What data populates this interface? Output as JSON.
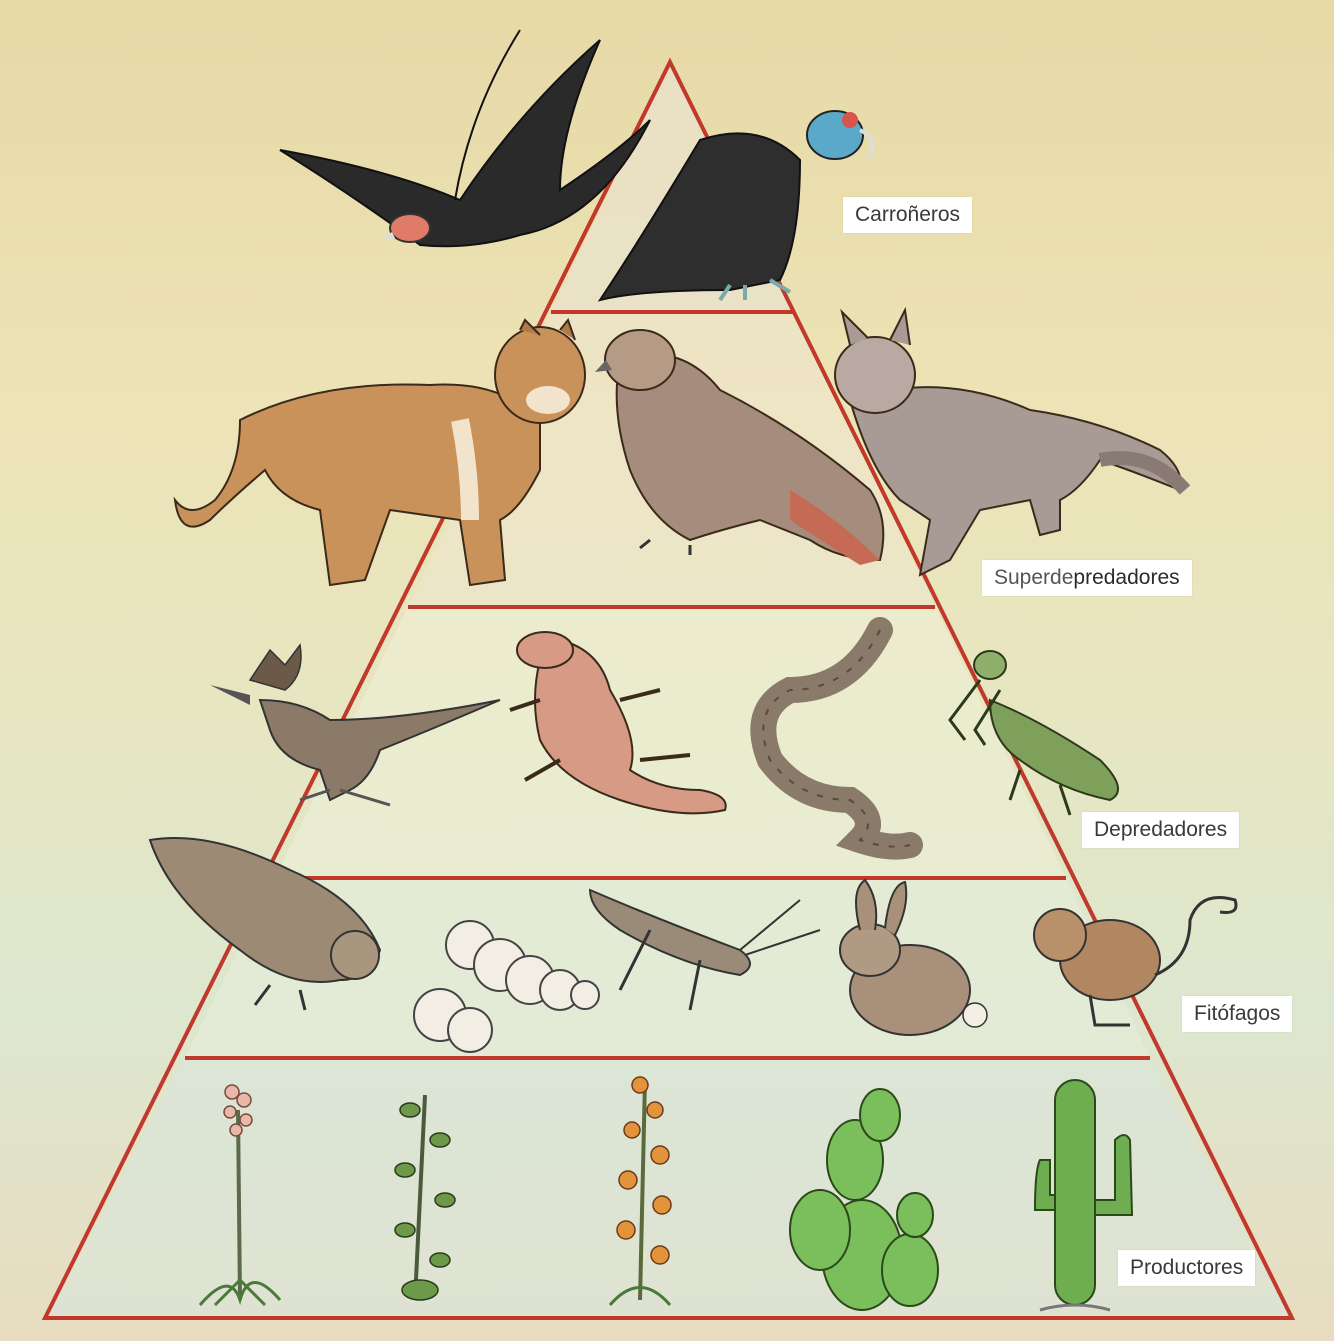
{
  "levels": [
    {
      "id": "scavengers",
      "label": "Carroñeros"
    },
    {
      "id": "superpredators",
      "label_light": "Superde",
      "label_dark": "predadores"
    },
    {
      "id": "predators",
      "label": "Depredadores"
    },
    {
      "id": "herbivores",
      "label": "Fitófagos"
    },
    {
      "id": "producers",
      "label": "Productores"
    }
  ],
  "colors": {
    "pyramid_outline": "#c0392b",
    "tier_fill": "#f3ecd4",
    "label_bg": "#ffffff"
  },
  "organism_icons": {
    "scavengers": [
      "condor-flying-icon",
      "vulture-perched-icon"
    ],
    "superpredators": [
      "puma-icon",
      "eagle-icon",
      "coyote-icon"
    ],
    "predators": [
      "roadrunner-icon",
      "lizard-icon",
      "rattlesnake-icon",
      "mantis-icon"
    ],
    "herbivores": [
      "quail-icon",
      "larva-icon",
      "grasshopper-icon",
      "rabbit-icon",
      "kangaroo-rat-icon"
    ],
    "producers": [
      "yucca-icon",
      "shrub-icon",
      "flowering-plant-icon",
      "prickly-pear-icon",
      "saguaro-icon"
    ]
  }
}
